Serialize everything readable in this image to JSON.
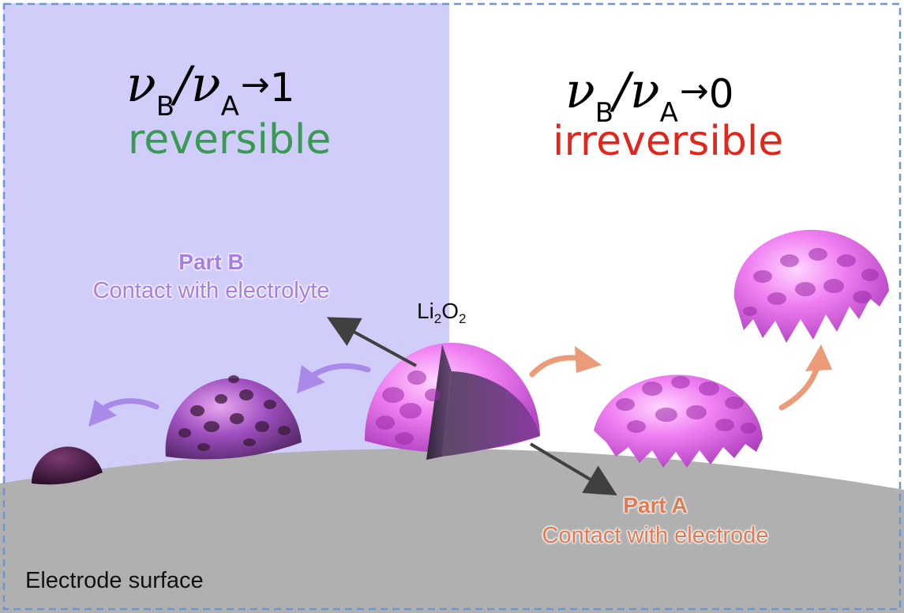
{
  "left_panel": {
    "ratio": {
      "num": "ν",
      "num_sub": "B",
      "slash": "/",
      "den": "ν",
      "den_sub": "A",
      "arrow": "→",
      "value": "1"
    },
    "word": "reversible",
    "word_color": "#3a9a55",
    "bg_color": "#d0cdfb"
  },
  "right_panel": {
    "ratio": {
      "num": "ν",
      "num_sub": "B",
      "slash": "/",
      "den": "ν",
      "den_sub": "A",
      "arrow": "→",
      "value": "0"
    },
    "word": "irreversible",
    "word_color": "#e2261b"
  },
  "part_b": {
    "title": "Part B",
    "desc": "Contact with electrolyte",
    "color": "#a57ee6"
  },
  "part_a": {
    "title": "Part A",
    "desc": "Contact with electrode",
    "color": "#e07a52"
  },
  "li2o2": {
    "main": "Li",
    "sub1": "2",
    "mid": "O",
    "sub2": "2"
  },
  "electrode": {
    "label": "Electrode surface",
    "color": "#b0b0b0"
  },
  "colors": {
    "border": "#6f95cf",
    "arrow_purple": "#a98ae8",
    "arrow_orange": "#ec9b78",
    "pointer": "#404040"
  }
}
